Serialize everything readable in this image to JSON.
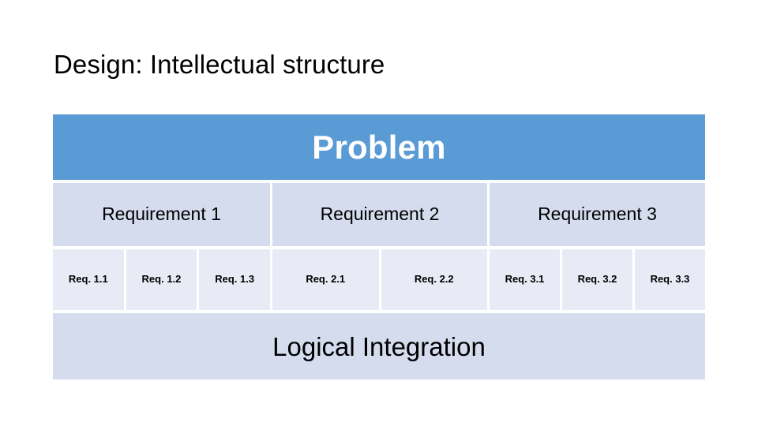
{
  "slide": {
    "title": "Design: Intellectual structure",
    "background_color": "#FFFFFF"
  },
  "diagram": {
    "header": {
      "label": "Problem",
      "background_color": "#5B9BD5",
      "text_color": "#FFFFFF"
    },
    "footer": {
      "label": "Logical Integration",
      "background_color": "#D4DCEE",
      "text_color": "#000000"
    },
    "requirements": [
      {
        "label": "Requirement 1",
        "width_fraction": 0.3329,
        "sub_requirements": [
          {
            "label": "Req. 1.1"
          },
          {
            "label": "Req. 1.2"
          },
          {
            "label": "Req. 1.3"
          }
        ]
      },
      {
        "label": "Requirement 2",
        "width_fraction": 0.3329,
        "sub_requirements": [
          {
            "label": "Req. 2.1"
          },
          {
            "label": "Req. 2.2"
          }
        ]
      },
      {
        "label": "Requirement 3",
        "width_fraction": 0.3342,
        "sub_requirements": [
          {
            "label": "Req. 3.1"
          },
          {
            "label": "Req. 3.2"
          },
          {
            "label": "Req. 3.3"
          }
        ]
      }
    ],
    "colors": {
      "requirement_row": "#D4DCEE",
      "sub_requirement_cell": "#E8EBF5",
      "divider": "#FFFFFF"
    }
  }
}
